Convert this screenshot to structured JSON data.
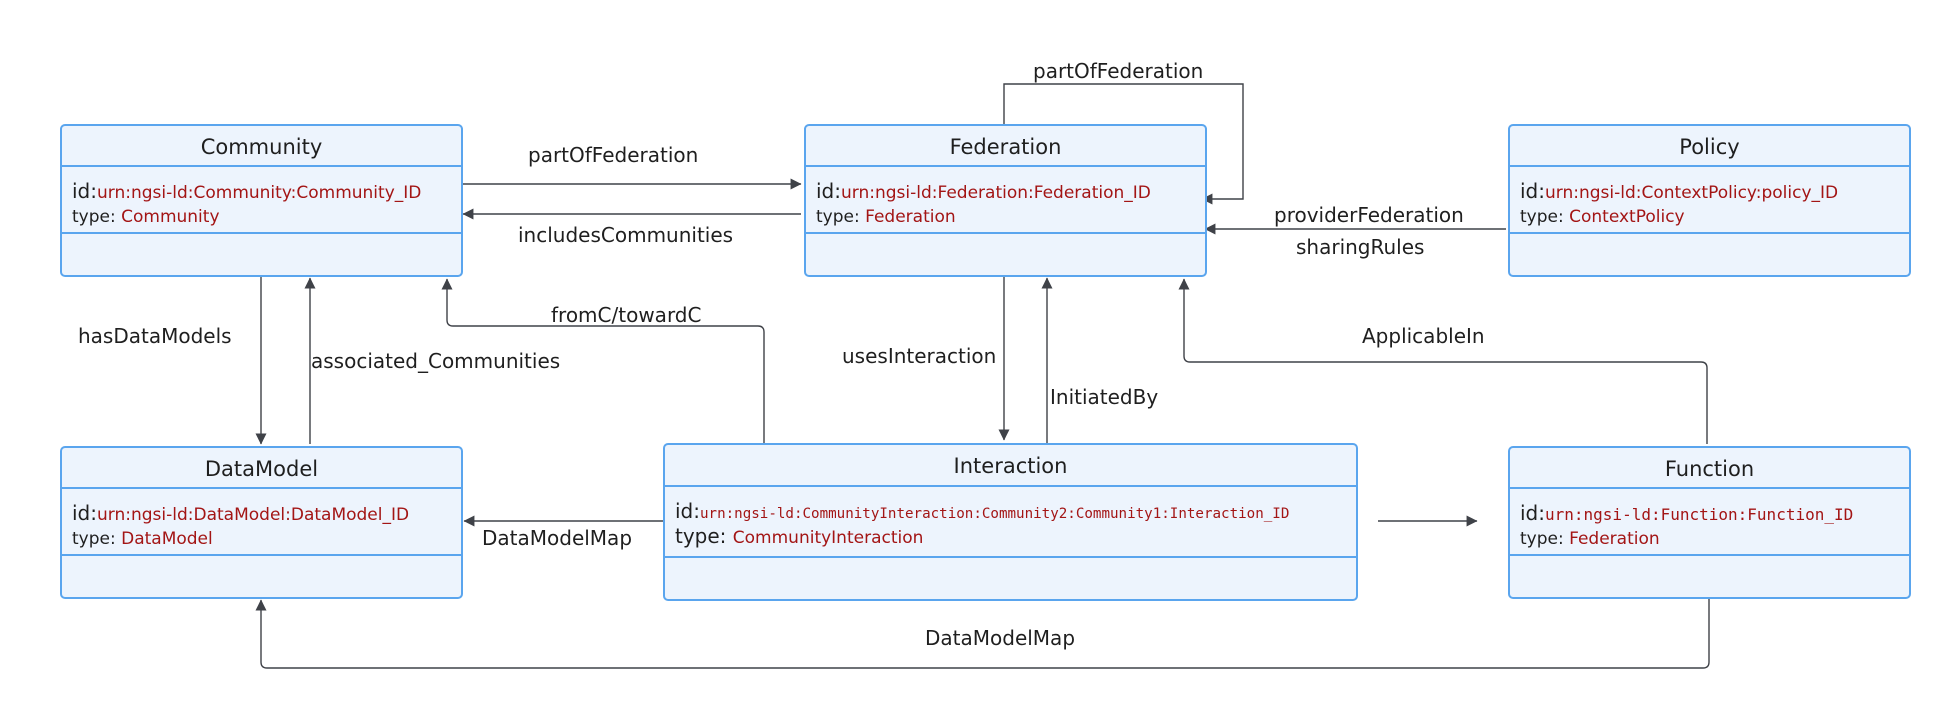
{
  "boxes": {
    "community": {
      "title": "Community",
      "id_key": "id:",
      "id_value": "urn:ngsi-ld:Community:Community_ID",
      "type_key": "type: ",
      "type_value": "Community"
    },
    "federation": {
      "title": "Federation",
      "id_key": "id:",
      "id_value": "urn:ngsi-ld:Federation:Federation_ID",
      "type_key": "type: ",
      "type_value": "Federation"
    },
    "policy": {
      "title": "Policy",
      "id_key": "id:",
      "id_value": "urn:ngsi-ld:ContextPolicy:policy_ID",
      "type_key": "type: ",
      "type_value": "ContextPolicy"
    },
    "datamodel": {
      "title": "DataModel",
      "id_key": "id:",
      "id_value": "urn:ngsi-ld:DataModel:DataModel_ID",
      "type_key": "type: ",
      "type_value": "DataModel"
    },
    "interaction": {
      "title": "Interaction",
      "id_key": "id:",
      "id_value": "urn:ngsi-ld:CommunityInteraction:Community2:Community1:Interaction_ID",
      "type_key": "type: ",
      "type_value": "CommunityInteraction"
    },
    "function": {
      "title": "Function",
      "id_key": "id:",
      "id_value": "urn:ngsi-ld:Function:Function_ID",
      "type_key": "type: ",
      "type_value": "Federation"
    }
  },
  "edges": {
    "community_to_federation": "partOfFederation",
    "federation_to_community": "includesCommunities",
    "federation_self": "partOfFederation",
    "policy_provider": "providerFederation",
    "policy_sharing": "sharingRules",
    "community_to_datamodel": "hasDataModels",
    "datamodel_to_community": "associated_Communities",
    "interaction_to_community": "fromC/towardC",
    "federation_to_interaction": "usesInteraction",
    "interaction_to_federation": "InitiatedBy",
    "function_to_federation": "ApplicableIn",
    "interaction_to_datamodel": "DataModelMap",
    "function_to_datamodel": "DataModelMap"
  }
}
